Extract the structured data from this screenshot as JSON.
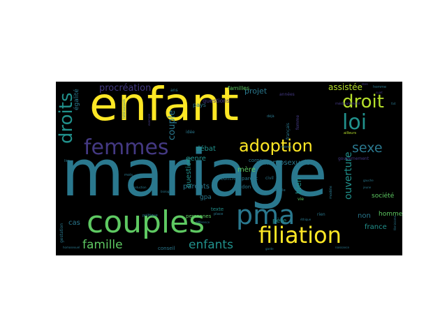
{
  "wordcloud": {
    "background": "#000000",
    "palette": {
      "yellow": "#fde725",
      "teal": "#2a788e",
      "green": "#5ec962",
      "purple": "#443983",
      "bluegreen": "#21918c",
      "darkpurple": "#3b1e6e",
      "lime": "#b5de2b"
    },
    "words": [
      {
        "text": "mariage",
        "weight": 100,
        "color": "#2a788e"
      },
      {
        "text": "enfant",
        "weight": 72,
        "color": "#fde725"
      },
      {
        "text": "couples",
        "weight": 44,
        "color": "#5ec962"
      },
      {
        "text": "pma",
        "weight": 38,
        "color": "#2a788e"
      },
      {
        "text": "filiation",
        "weight": 32,
        "color": "#fde725"
      },
      {
        "text": "femmes",
        "weight": 30,
        "color": "#443983"
      },
      {
        "text": "loi",
        "weight": 30,
        "color": "#21918c"
      },
      {
        "text": "droit",
        "weight": 26,
        "color": "#b5de2b"
      },
      {
        "text": "droits",
        "weight": 26,
        "color": "#21918c"
      },
      {
        "text": "adoption",
        "weight": 24,
        "color": "#fde725"
      },
      {
        "text": "sexe",
        "weight": 19,
        "color": "#2a788e"
      },
      {
        "text": "famille",
        "weight": 17,
        "color": "#5ec962"
      },
      {
        "text": "enfants",
        "weight": 17,
        "color": "#21918c"
      },
      {
        "text": "procréation",
        "weight": 13,
        "color": "#443983"
      },
      {
        "text": "assistée",
        "weight": 12,
        "color": "#b5de2b"
      },
      {
        "text": "couple",
        "weight": 13,
        "color": "#2a788e"
      },
      {
        "text": "projet",
        "weight": 11,
        "color": "#2a788e"
      },
      {
        "text": "ouverture",
        "weight": 14,
        "color": "#21918c"
      },
      {
        "text": "bien",
        "weight": 11,
        "color": "#21918c"
      },
      {
        "text": "mère",
        "weight": 10,
        "color": "#5ec962"
      },
      {
        "text": "genre",
        "weight": 10,
        "color": "#21918c"
      },
      {
        "text": "débat",
        "weight": 10,
        "color": "#21918c"
      },
      {
        "text": "homosexuels",
        "weight": 10,
        "color": "#2a788e"
      },
      {
        "text": "parents",
        "weight": 10,
        "color": "#2a788e"
      },
      {
        "text": "question",
        "weight": 10,
        "color": "#21918c"
      },
      {
        "text": "gpa",
        "weight": 9,
        "color": "#2a788e"
      },
      {
        "text": "père",
        "weight": 9,
        "color": "#21918c"
      },
      {
        "text": "france",
        "weight": 10,
        "color": "#21918c"
      },
      {
        "text": "non",
        "weight": 10,
        "color": "#2a788e"
      },
      {
        "text": "hommes",
        "weight": 9,
        "color": "#5ec962"
      },
      {
        "text": "société",
        "weight": 9,
        "color": "#5ec962"
      },
      {
        "text": "cas",
        "weight": 10,
        "color": "#2a788e"
      },
      {
        "text": "égalité",
        "weight": 9,
        "color": "#2a788e"
      },
      {
        "text": "questions",
        "weight": 8,
        "color": "#443983"
      },
      {
        "text": "familles",
        "weight": 8,
        "color": "#5ec962"
      },
      {
        "text": "pays",
        "weight": 8,
        "color": "#2a788e"
      },
      {
        "text": "personnes",
        "weight": 7,
        "color": "#5ec962"
      },
      {
        "text": "texte",
        "weight": 7,
        "color": "#21918c"
      },
      {
        "text": "conseil",
        "weight": 7,
        "color": "#2a788e"
      },
      {
        "text": "corps",
        "weight": 7,
        "color": "#2a788e"
      },
      {
        "text": "contre",
        "weight": 7,
        "color": "#2a788e"
      },
      {
        "text": "don",
        "weight": 7,
        "color": "#2a788e"
      },
      {
        "text": "parent",
        "weight": 7,
        "color": "#2a788e"
      },
      {
        "text": "civil",
        "weight": 6,
        "color": "#2a788e"
      },
      {
        "text": "gestation",
        "weight": 6,
        "color": "#2a788e"
      },
      {
        "text": "gouvernement",
        "weight": 6,
        "color": "#443983"
      },
      {
        "text": "années",
        "weight": 6,
        "color": "#443983"
      },
      {
        "text": "idée",
        "weight": 6,
        "color": "#2a788e"
      },
      {
        "text": "femme",
        "weight": 6,
        "color": "#443983"
      },
      {
        "text": "ans",
        "weight": 6,
        "color": "#2a788e"
      },
      {
        "text": "français",
        "weight": 6,
        "color": "#2a788e"
      },
      {
        "text": "rien",
        "weight": 6,
        "color": "#2a788e"
      },
      {
        "text": "vie",
        "weight": 6,
        "color": "#5ec962"
      },
      {
        "text": "modèle",
        "weight": 5,
        "color": "#2a788e"
      },
      {
        "text": "politique",
        "weight": 5,
        "color": "#2a788e"
      },
      {
        "text": "déjà",
        "weight": 5,
        "color": "#2a788e"
      },
      {
        "text": "mois",
        "weight": 5,
        "color": "#2a788e"
      },
      {
        "text": "place",
        "weight": 5,
        "color": "#2a788e"
      },
      {
        "text": "lire",
        "weight": 5,
        "color": "#2a788e"
      },
      {
        "text": "ailleurs",
        "weight": 5,
        "color": "#b5de2b"
      },
      {
        "text": "homme",
        "weight": 5,
        "color": "#2a788e"
      },
      {
        "text": "médicalement",
        "weight": 5,
        "color": "#443983"
      },
      {
        "text": "sexuelle",
        "weight": 5,
        "color": "#2a788e"
      },
      {
        "text": "hétérosexuels",
        "weight": 4,
        "color": "#2a788e"
      },
      {
        "text": "exemple",
        "weight": 4,
        "color": "#443983"
      },
      {
        "text": "éthique",
        "weight": 4,
        "color": "#2a788e"
      },
      {
        "text": "différence",
        "weight": 4,
        "color": "#2a788e"
      },
      {
        "text": "mères",
        "weight": 5,
        "color": "#2a788e"
      },
      {
        "text": "féminisme",
        "weight": 4,
        "color": "#2a788e"
      },
      {
        "text": "homosexuel",
        "weight": 4,
        "color": "#2a788e"
      },
      {
        "text": "reproduction",
        "weight": 4,
        "color": "#2a788e"
      },
      {
        "text": "libre",
        "weight": 4,
        "color": "#443983"
      },
      {
        "text": "fait",
        "weight": 4,
        "color": "#2a788e"
      },
      {
        "text": "jeune",
        "weight": 4,
        "color": "#2a788e"
      },
      {
        "text": "sujet",
        "weight": 4,
        "color": "#443983"
      },
      {
        "text": "gauche",
        "weight": 4,
        "color": "#2a788e"
      },
      {
        "text": "biologique",
        "weight": 4,
        "color": "#2a788e"
      },
      {
        "text": "naissance",
        "weight": 4,
        "color": "#2a788e"
      },
      {
        "text": "garde",
        "weight": 4,
        "color": "#2a788e"
      }
    ]
  }
}
